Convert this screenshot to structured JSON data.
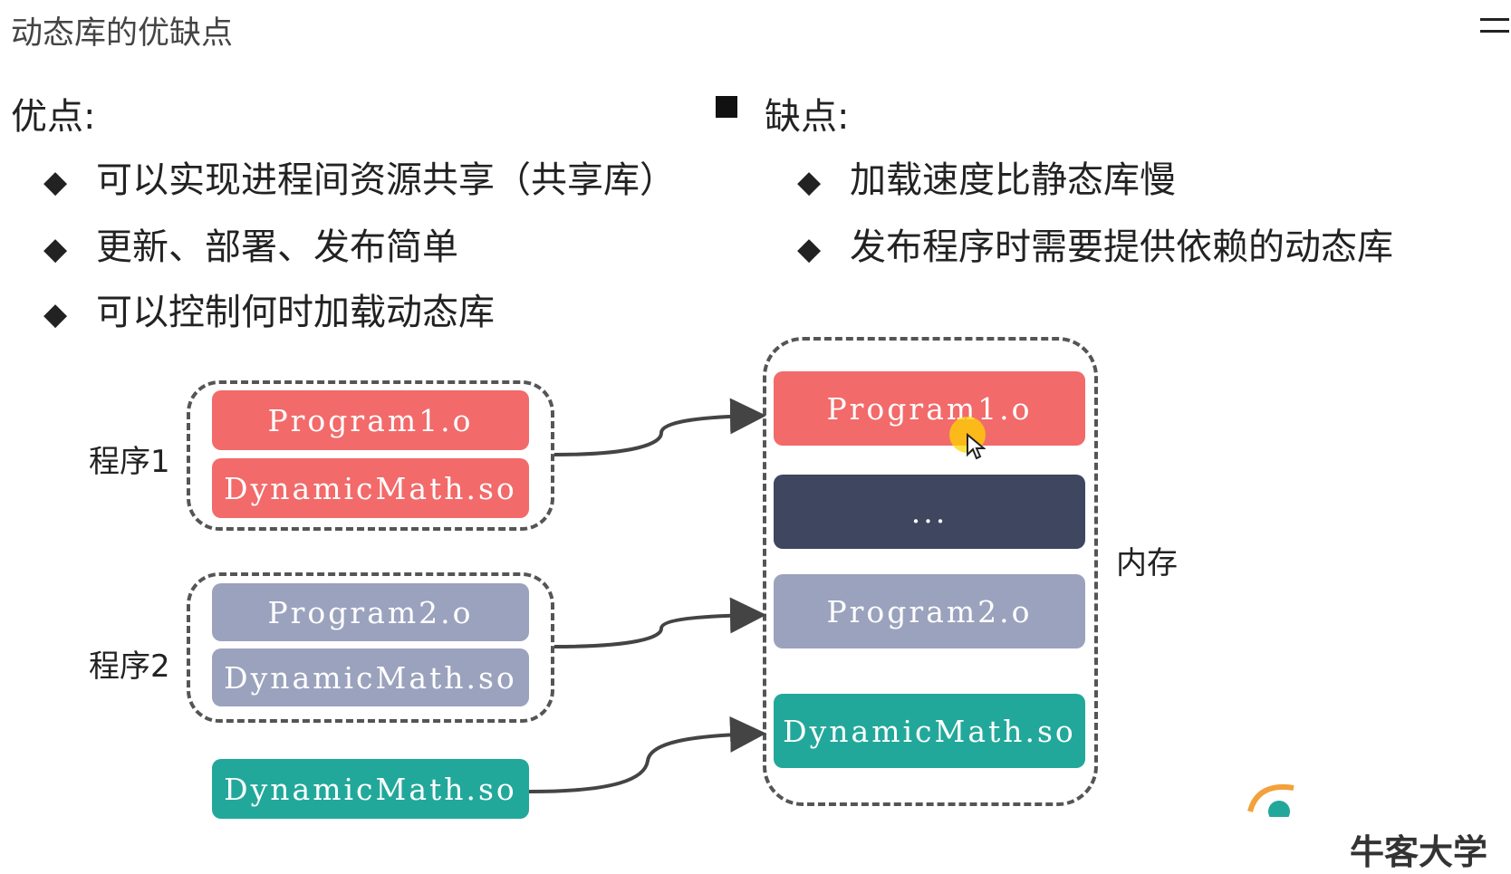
{
  "title": "动态库的优缺点",
  "pros": {
    "heading": "优点:",
    "items": [
      "可以实现进程间资源共享（共享库）",
      "更新、部署、发布简单",
      "可以控制何时加载动态库"
    ]
  },
  "cons": {
    "heading": "缺点:",
    "items": [
      "加载速度比静态库慢",
      "发布程序时需要提供依赖的动态库"
    ]
  },
  "diagram": {
    "program1_label": "程序1",
    "program2_label": "程序2",
    "memory_label": "内存",
    "p1_blocks": [
      "Program1.o",
      "DynamicMath.so"
    ],
    "p2_blocks": [
      "Program2.o",
      "DynamicMath.so"
    ],
    "shared_block": "DynamicMath.so",
    "memory_blocks": [
      "Program1.o",
      "...",
      "Program2.o",
      "DynamicMath.so"
    ]
  },
  "colors": {
    "red": "#f26a6a",
    "gray": "#9ba2bd",
    "teal": "#22a89a",
    "dark": "#3e4660"
  },
  "logo": "牛客大学"
}
